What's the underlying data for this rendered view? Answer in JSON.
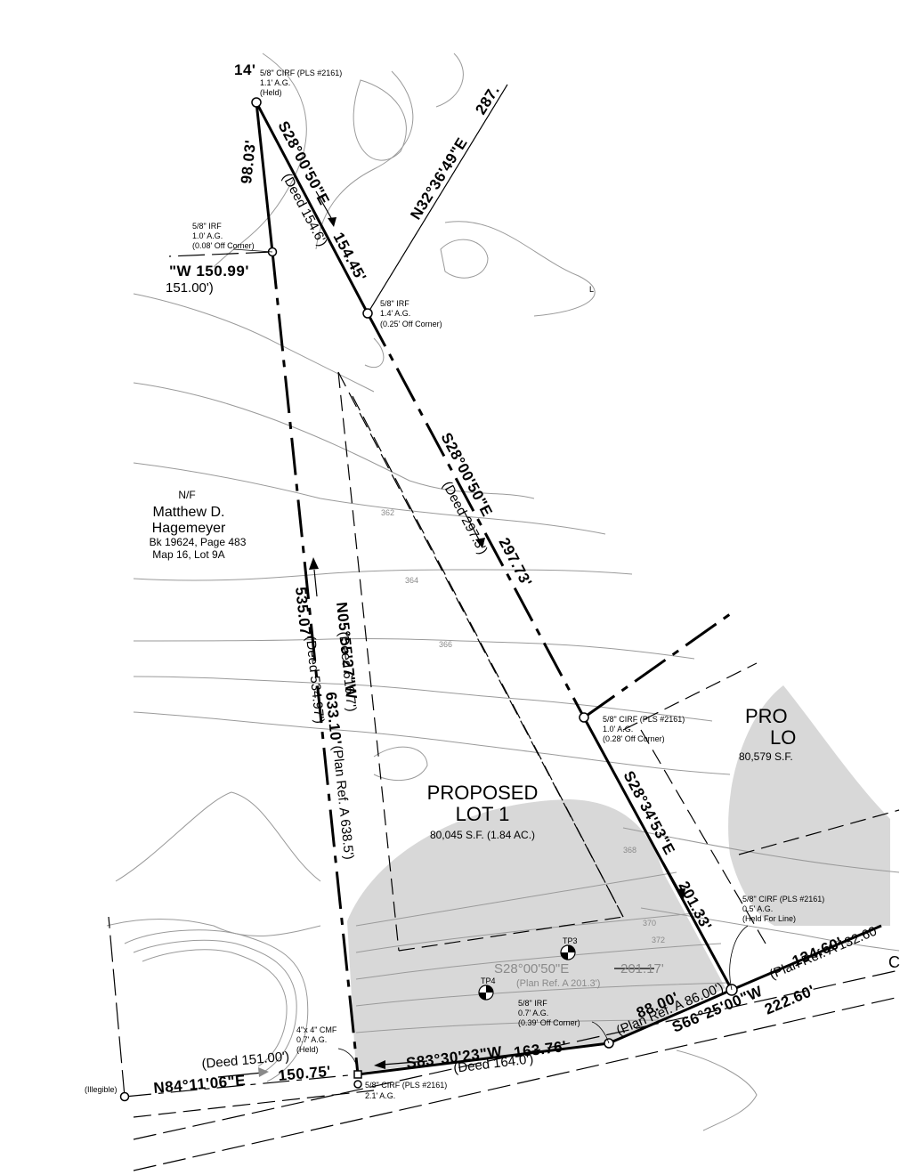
{
  "abutter": {
    "nf": "N/F",
    "name1": "Matthew D.",
    "name2": "Hagemeyer",
    "book": "Bk 19624, Page 483",
    "map": "Map 16, Lot 9A"
  },
  "lot1": {
    "title1": "PROPOSED",
    "title2": "LOT 1",
    "area": "80,045 S.F. (1.84 AC.)"
  },
  "lot2": {
    "title1": "PRO",
    "title2": "LO",
    "area": "80,579 S.F."
  },
  "bearings": {
    "top_left_dist": "14'",
    "west_dist": "98.03'",
    "nw_line": "S28°00'50\"E",
    "nw_deed": "(Deed 154.6')",
    "nw_dist": "154.45'",
    "ne_line": "N32°36'49\"E",
    "ne_dist": "287.",
    "north_w": "\"W   150.99'",
    "north_w_deed": "151.00')",
    "mid_line": "S28°00'50\"E",
    "mid_deed": "(Deed 297.3')",
    "mid_dist": "297.73'",
    "east_line": "S28°34'53\"E",
    "east_dist": "201.33'",
    "west_long1": "N05°55'27\"W",
    "west_long2": "633.10'",
    "west_long_deed": "(Deed 616.7')",
    "west_long_plan": "(Plan Ref. A 638.5')",
    "west_long3": "535.07'",
    "west_long3_deed": "(Deed 534.97')",
    "south_line": "S83°30'23\"W",
    "south_dist": "163.76'",
    "south_deed": "(Deed 164.0')",
    "sw_line": "N84°11'06\"E",
    "sw_dist": "150.75'",
    "sw_deed": "(Deed 151.00')",
    "se1_dist": "88.00'",
    "se1_plan": "(Plan Ref. A 86.00')",
    "se2_line": "S66°25'00\"W",
    "se2_dist": "222.60'",
    "se3_dist": "134.60'",
    "se3_plan": "(Plan Ref. A 132.60",
    "interior_line": "S28°00'50\"E",
    "interior_dist": "201.17'",
    "interior_plan": "(Plan Ref. A 201.3')"
  },
  "monuments": {
    "m1": [
      "5/8\" CIRF (PLS #2161)",
      "1.1' A.G.",
      "(Held)"
    ],
    "m2": [
      "5/8\" IRF",
      "1.0' A.G.",
      "(0.08' Off Corner)"
    ],
    "m3": [
      "5/8\" IRF",
      "1.4' A.G.",
      "(0.25' Off Corner)"
    ],
    "m4": [
      "5/8\" CIRF (PLS #2161)",
      "1.0' A.G.",
      "(0.28' Off Corner)"
    ],
    "m5": [
      "5/8\" CIRF (PLS #2161)",
      "0.5' A.G.",
      "(Held For Line)"
    ],
    "m6": [
      "5/8\" IRF",
      "0.7' A.G.",
      "(0.39' Off Corner)"
    ],
    "m7": [
      "4\"x 4\" CMF",
      "0.7' A.G.",
      "(Held)"
    ],
    "m8": [
      "5/8\" CIRF (PLS #2161)",
      "2.1' A.G."
    ],
    "illegible": "(Illegible)"
  },
  "test_pits": {
    "tp3": "TP3",
    "tp4": "TP4"
  },
  "contours": {
    "c362": "362",
    "c364": "364",
    "c366": "366",
    "c368": "368",
    "c370": "370",
    "c372": "372"
  },
  "misc": {
    "l_mark": "L",
    "c_mark": "C"
  }
}
